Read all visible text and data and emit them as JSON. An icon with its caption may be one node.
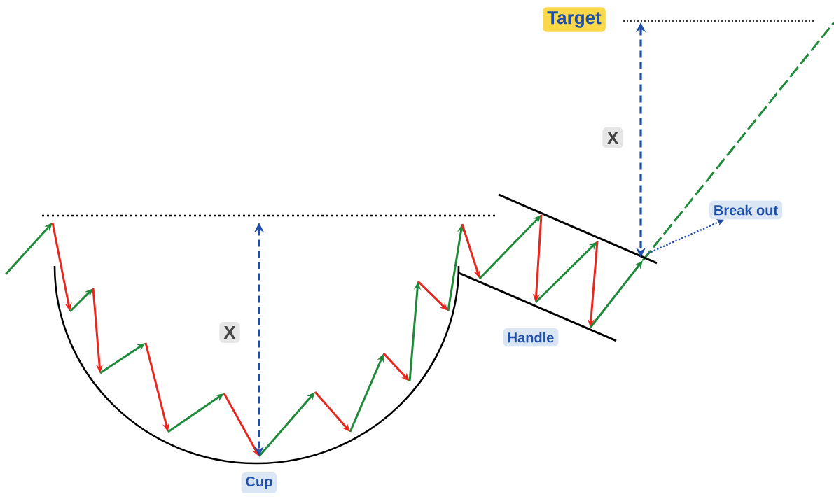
{
  "diagram": {
    "nodes": [
      {
        "text": [
          "Target"
        ]
      },
      {
        "text": [
          "X"
        ]
      },
      {
        "text": [
          "X"
        ]
      },
      {
        "text": [
          "Break out"
        ]
      },
      {
        "text": [
          "Handle"
        ]
      },
      {
        "text": [
          "Cup"
        ]
      }
    ],
    "edges": [
      {
        "from": null,
        "to": 3,
        "arrow": "to",
        "style": "dashed"
      }
    ]
  }
}
